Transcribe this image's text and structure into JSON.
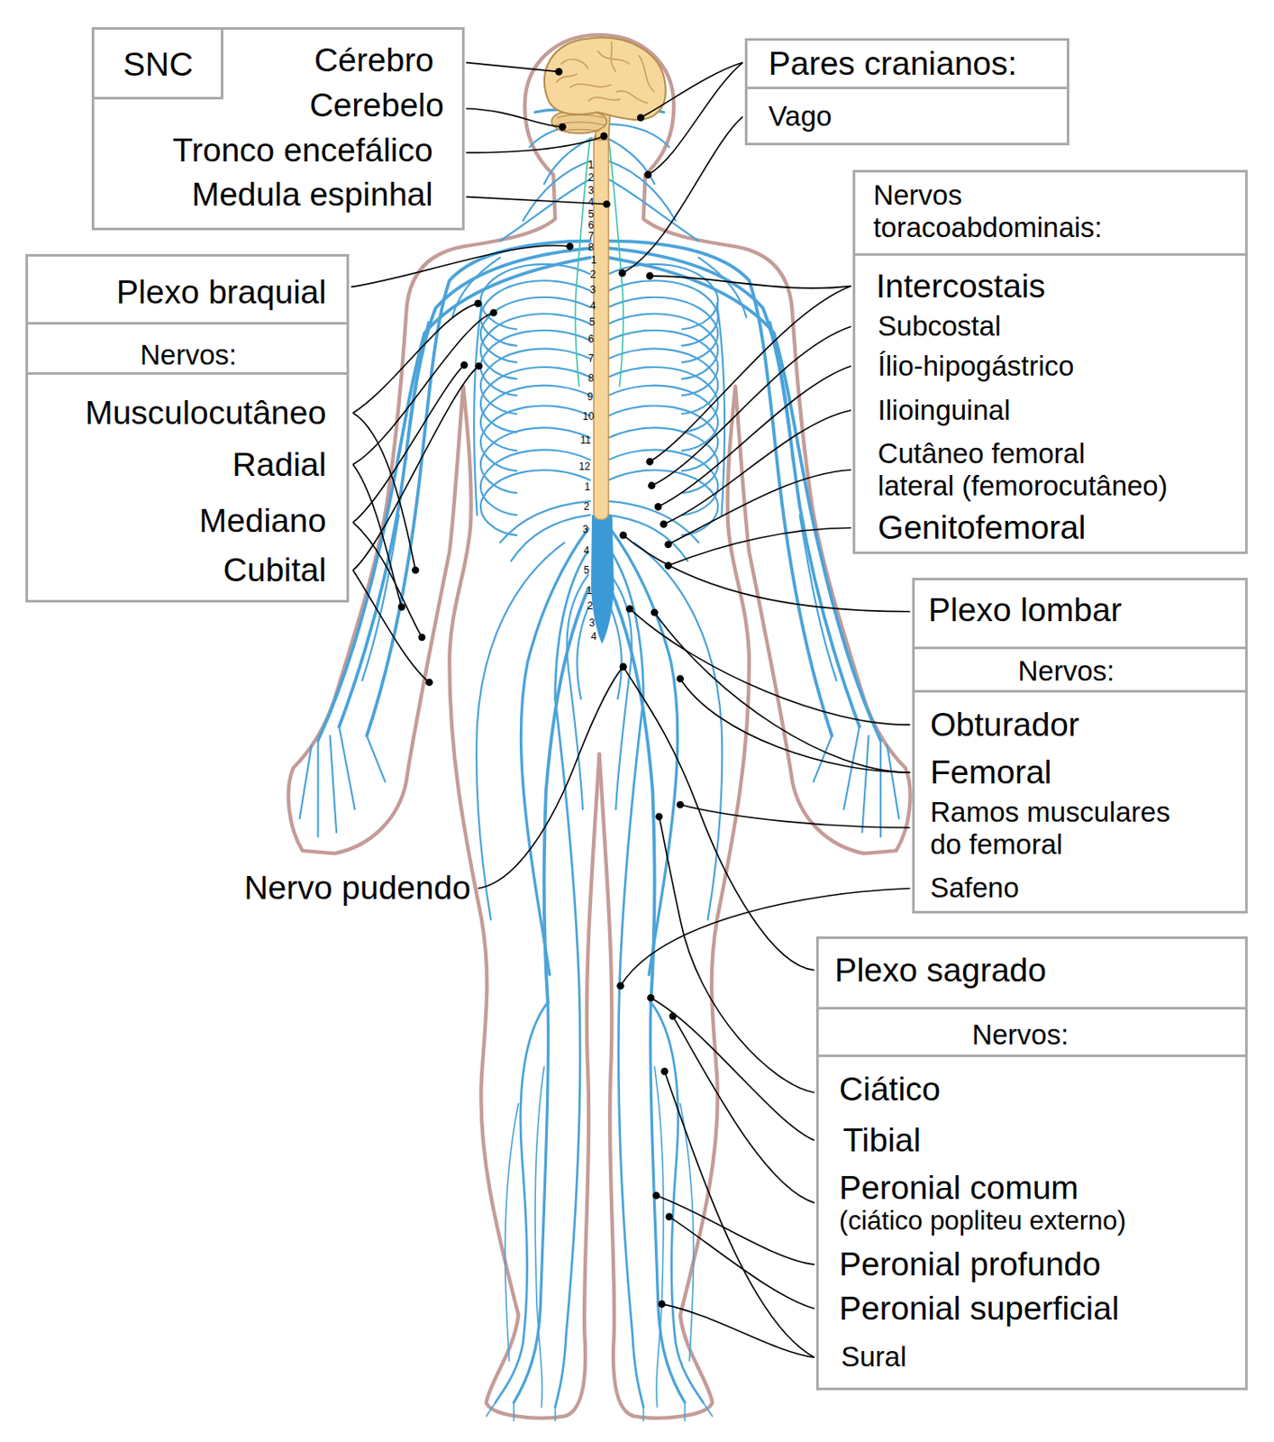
{
  "diagram": {
    "nodes": [
      {
        "text": [
          "Cérebro",
          "Cerebelo",
          "Tronco encefálico",
          "Medula espinhal"
        ]
      },
      {
        "text": [
          "SNC"
        ],
        "in": 0
      },
      {
        "text": [
          "Pares cranianos:",
          "Vago"
        ]
      },
      {
        "text": [
          "Plexo braquial",
          "Nervos:",
          "Musculocutâneo",
          "Radial",
          "Mediano",
          "Cubital"
        ]
      },
      {
        "text": [
          "Nervos toracoabdominais:",
          "Intercostais",
          "Subcostal",
          "Ílio-hipogástrico",
          "Ilioinguinal",
          "Cutâneo femoral lateral (femorocutâneo)",
          "Genitofemoral"
        ]
      },
      {
        "text": [
          "Plexo lombar",
          "Nervos:",
          "Obturador",
          "Femoral",
          "Ramos musculares do femoral",
          "Safeno"
        ]
      },
      {
        "text": [
          "Plexo sagrado",
          "Nervos:",
          "Ciático",
          "Tibial",
          "Peronial comum",
          "(ciático popliteu externo)",
          "Peronial profundo",
          "Peronial superficial",
          "Sural"
        ]
      }
    ],
    "labels": [
      "Nervo pudendo",
      "1",
      "2",
      "3",
      "4",
      "5",
      "6",
      "7",
      "8",
      "1",
      "2",
      "3",
      "4",
      "5",
      "6",
      "7",
      "8",
      "9",
      "10",
      "11",
      "12",
      "1",
      "2",
      "3",
      "4",
      "5",
      "1",
      "2",
      "3",
      "4"
    ]
  }
}
